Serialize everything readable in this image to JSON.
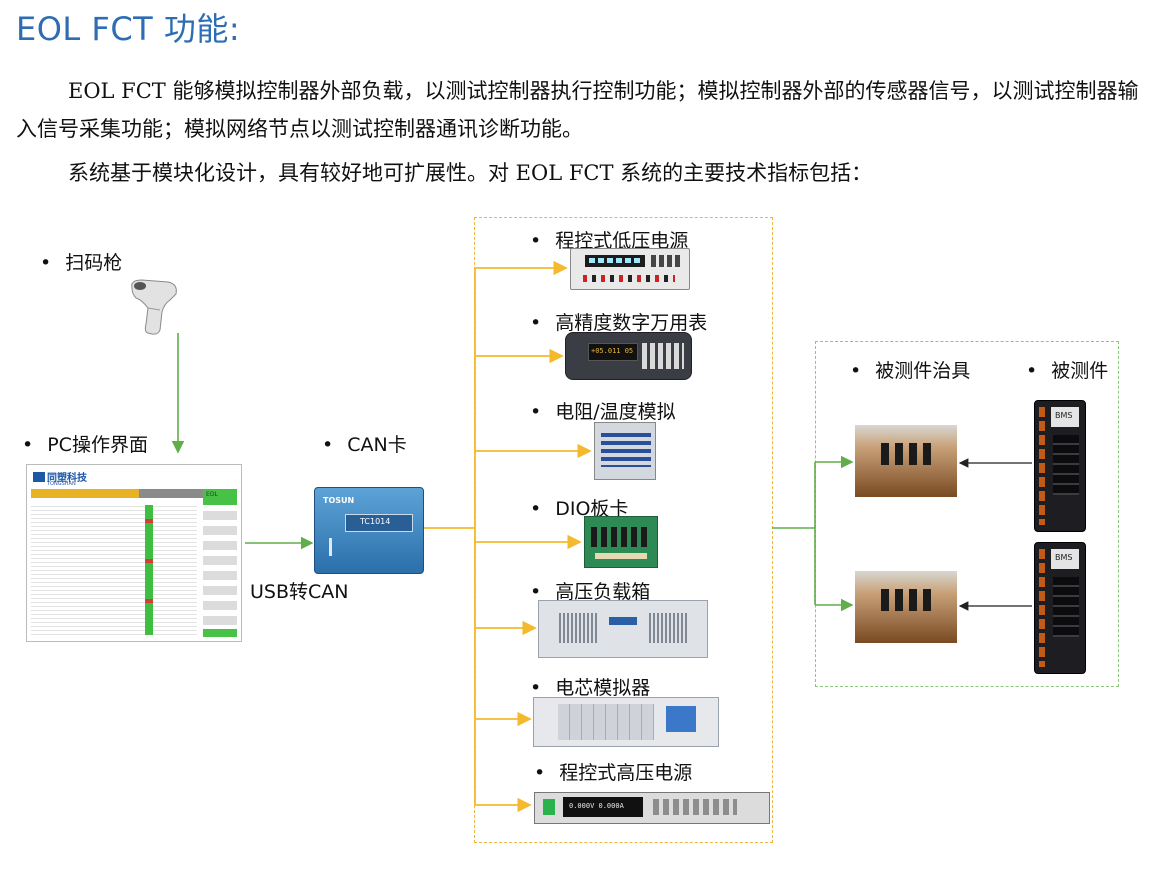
{
  "title": "EOL FCT 功能:",
  "paragraphs": {
    "p1": "EOL FCT 能够模拟控制器外部负载，以测试控制器执行控制功能；模拟控制器外部的传感器信号，以测试控制器输入信号采集功能；模拟网络节点以测试控制器通讯诊断功能。",
    "p2": "系统基于模块化设计，具有较好地可扩展性。对 EOL FCT 系统的主要技术指标包括："
  },
  "bullet": "•",
  "nodes": {
    "scanner": "扫码枪",
    "pc": "PC操作界面",
    "can": "CAN卡",
    "usb_can": "USB转CAN",
    "fixture": "被测件治具",
    "dut": "被测件"
  },
  "instruments": [
    "程控式低压电源",
    "高精度数字万用表",
    "电阻/温度模拟",
    "DIO板卡",
    "高压负载箱",
    "电芯模拟器",
    "程控式高压电源"
  ],
  "device_text": {
    "pc_logo": "同塑科技",
    "pc_logo_sub": "TONGSHAN",
    "pc_status": "EOL",
    "can_brand": "TOSUN",
    "can_model": "TC1014",
    "dmm_reading": "+05.011 05",
    "hv_reading": "0.000V   0.000A",
    "dut_label": "BMS"
  },
  "colors": {
    "title": "#2e6db4",
    "yellow_link": "#f5b92e",
    "green_link": "#5fae4a",
    "yellow_box": "#f0b63a",
    "green_box": "#8cc87a"
  }
}
